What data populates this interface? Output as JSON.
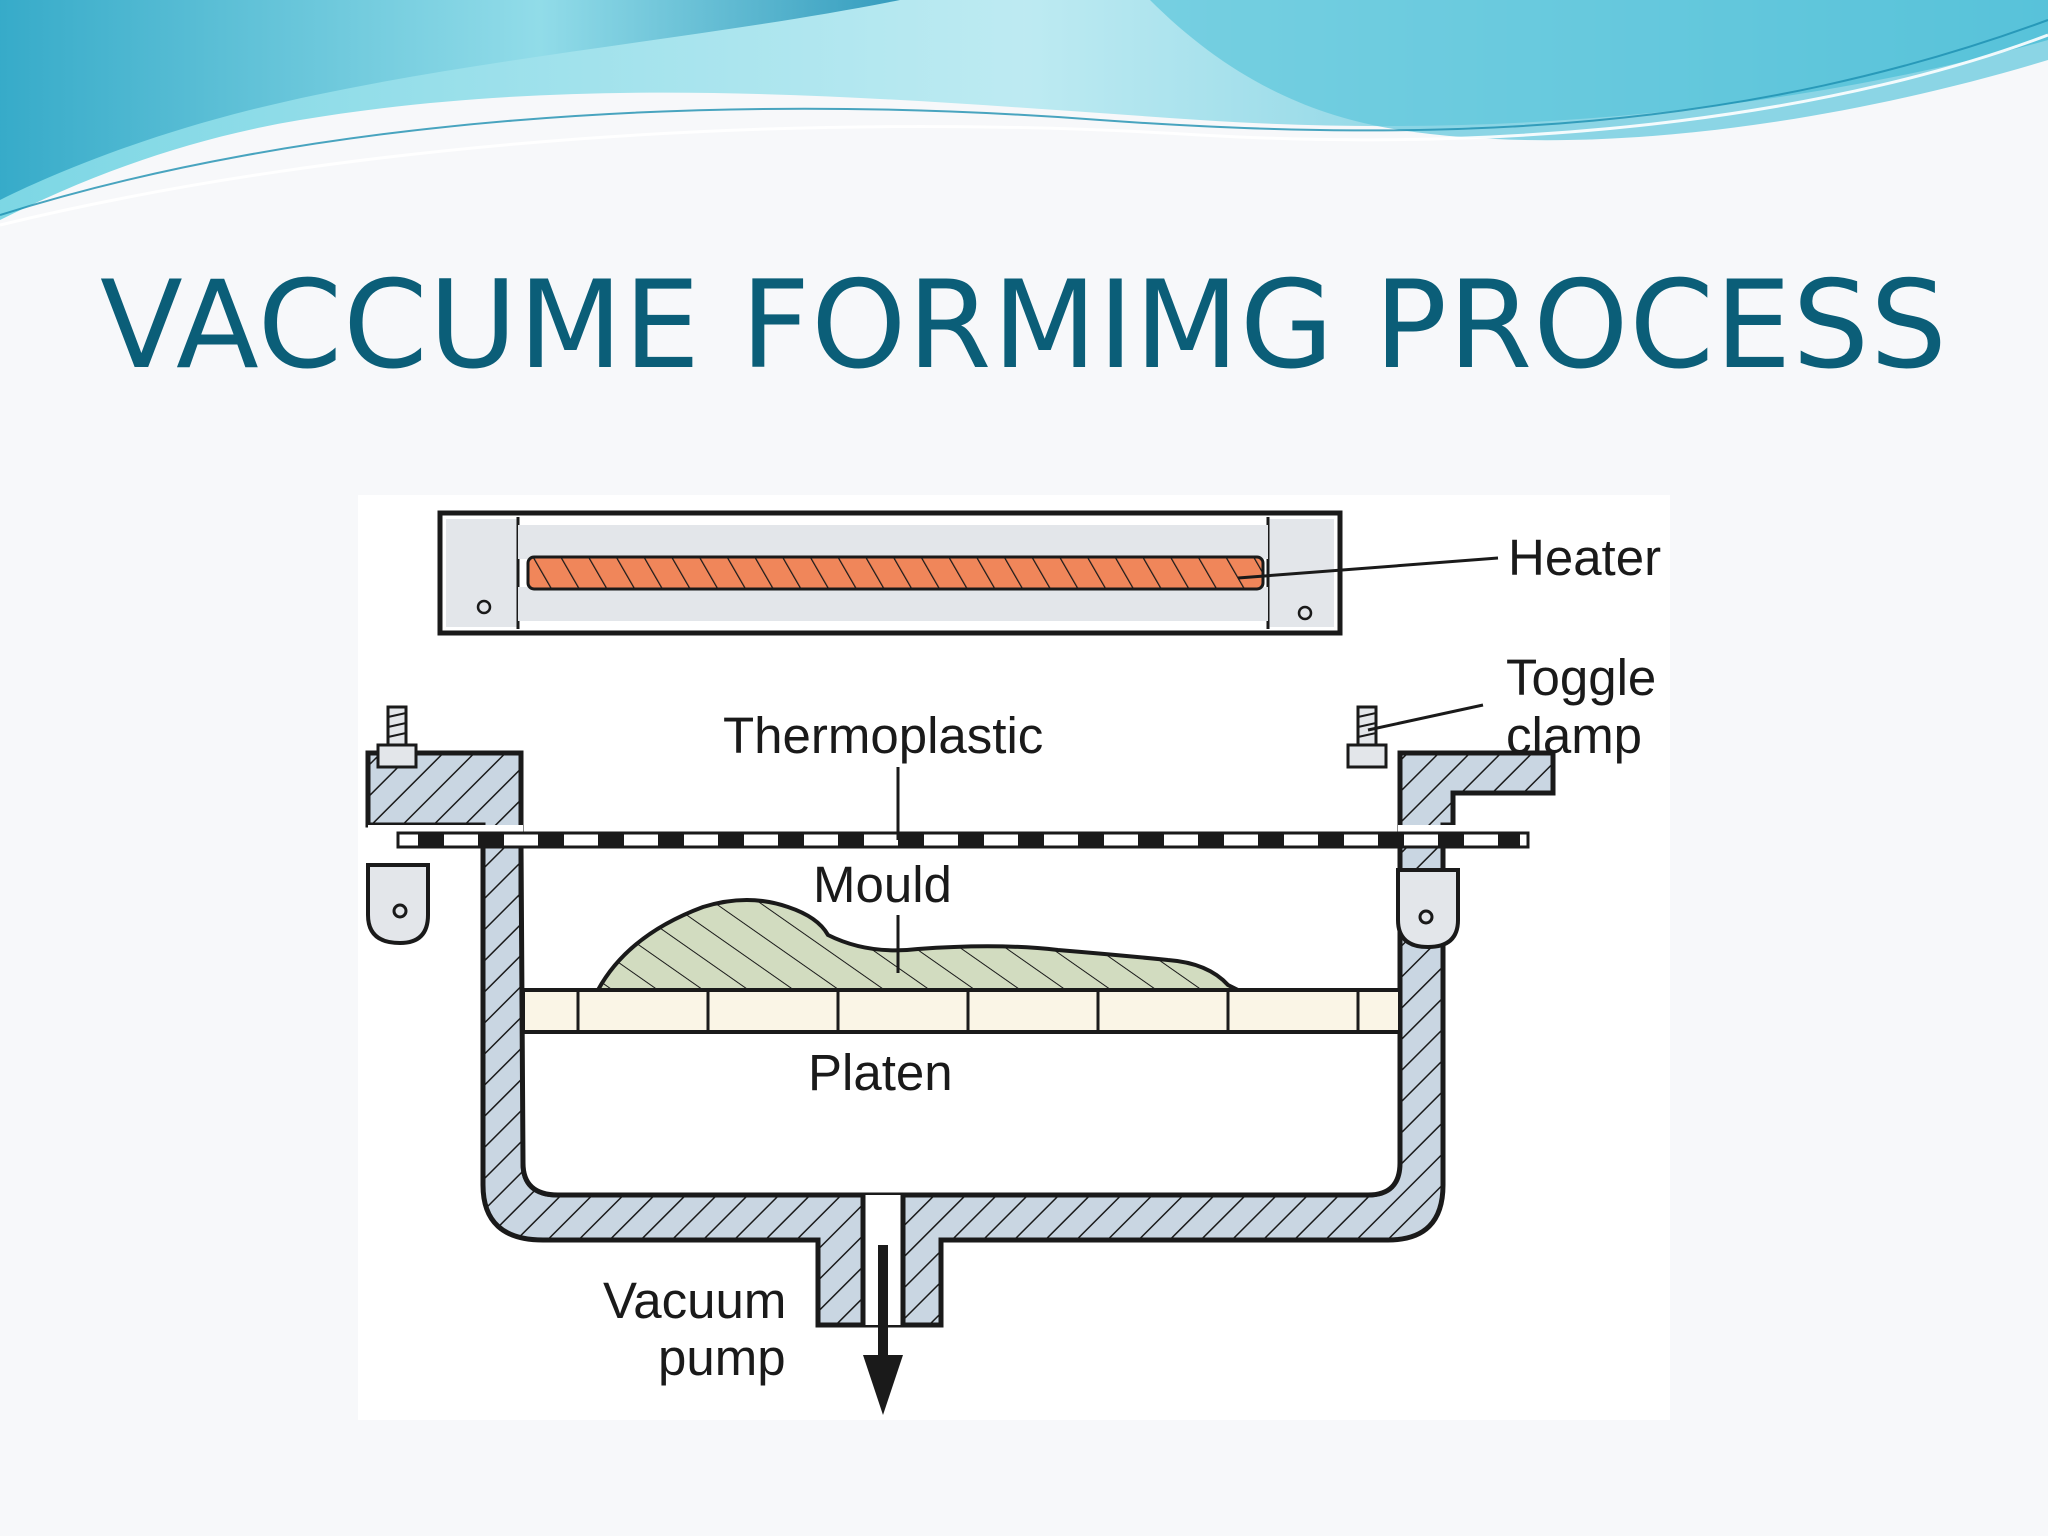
{
  "slide": {
    "title": "VACCUME FORMIMG PROCESS"
  },
  "diagram": {
    "labels": {
      "heater": "Heater",
      "toggle_clamp_line1": "Toggle",
      "toggle_clamp_line2": "clamp",
      "thermoplastic": "Thermoplastic",
      "mould": "Mould",
      "platen": "Platen",
      "vacuum_pump_line1": "Vacuum",
      "vacuum_pump_line2": "pump"
    }
  },
  "colors": {
    "title": "#0b5e78",
    "wave_light": "#a9e3ee",
    "wave_mid": "#59c9dc",
    "wave_dark": "#2aa3c4",
    "heater_element": "#f0865a",
    "housing_fill": "#c9d6e2",
    "mould_fill": "#d2dcc0",
    "platen_fill": "#faf5e6"
  }
}
